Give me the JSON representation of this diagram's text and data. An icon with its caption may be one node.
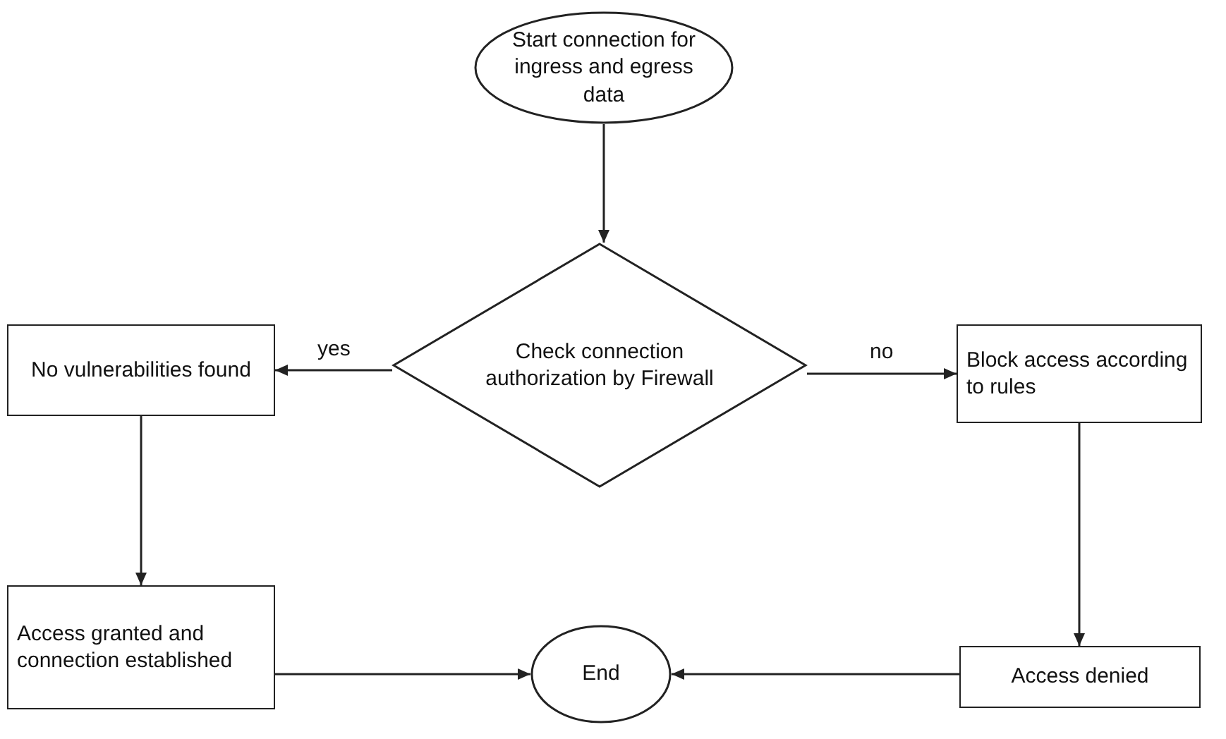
{
  "diagram": {
    "nodes": [
      {
        "text": [
          "Start connection for ingress and egress data"
        ]
      },
      {
        "text": [
          "Check connection authorization by Firewall"
        ]
      },
      {
        "text": [
          "No vulnerabilities found"
        ]
      },
      {
        "text": [
          "Block access according to rules"
        ]
      },
      {
        "text": [
          "Access granted and connection established"
        ]
      },
      {
        "text": [
          "End"
        ]
      },
      {
        "text": [
          "Access denied"
        ]
      }
    ],
    "edges": [
      {
        "from": 0,
        "to": 1,
        "arrow": "to"
      },
      {
        "from": 1,
        "to": 2,
        "label": "yes",
        "arrow": "to"
      },
      {
        "from": 1,
        "to": 3,
        "label": "no",
        "arrow": "to"
      },
      {
        "from": 2,
        "to": 4,
        "arrow": "to"
      },
      {
        "from": 3,
        "to": 6,
        "arrow": "to"
      },
      {
        "from": 4,
        "to": 5,
        "arrow": "to"
      },
      {
        "from": 6,
        "to": 5,
        "arrow": "to"
      }
    ]
  }
}
